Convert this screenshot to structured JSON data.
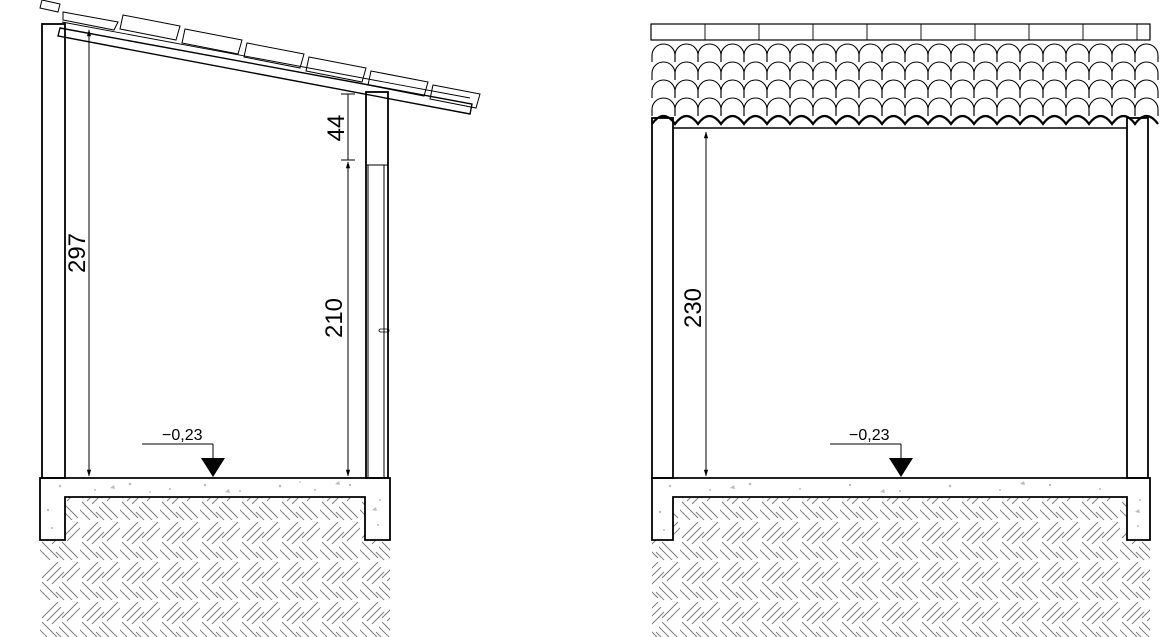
{
  "section_left": {
    "dims": {
      "total_height": "297",
      "lintel_height": "44",
      "door_height": "210"
    },
    "level": {
      "label": "−0,23"
    }
  },
  "section_right": {
    "dims": {
      "clear_height": "230"
    },
    "level": {
      "label": "−0,23"
    }
  },
  "colors": {
    "line": "#000000",
    "background": "#ffffff",
    "aggregate": "#bdbdbd"
  }
}
